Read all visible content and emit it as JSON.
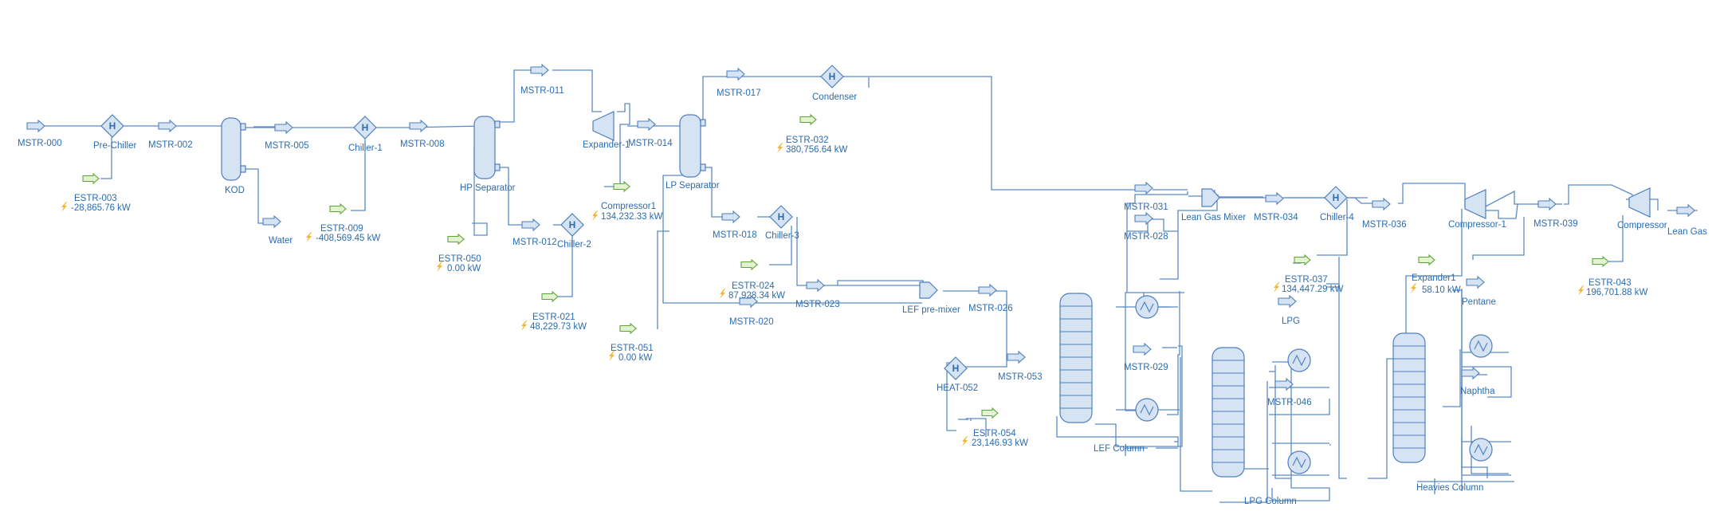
{
  "streams": {
    "mstr_000": "MSTR-000",
    "mstr_002": "MSTR-002",
    "mstr_005": "MSTR-005",
    "mstr_008": "MSTR-008",
    "mstr_011": "MSTR-011",
    "mstr_012": "MSTR-012",
    "mstr_014": "MSTR-014",
    "mstr_017": "MSTR-017",
    "mstr_018": "MSTR-018",
    "mstr_020": "MSTR-020",
    "mstr_023": "MSTR-023",
    "mstr_026": "MSTR-026",
    "mstr_028": "MSTR-028",
    "mstr_029": "MSTR-029",
    "mstr_031": "MSTR-031",
    "mstr_034": "MSTR-034",
    "mstr_036": "MSTR-036",
    "mstr_039": "MSTR-039",
    "mstr_046": "MSTR-046",
    "mstr_053": "MSTR-053",
    "water": "Water",
    "lpg": "LPG",
    "pentane": "Pentane",
    "naphtha": "Naphtha",
    "lean_gas": "Lean Gas"
  },
  "units": {
    "pre_chiller": "Pre-Chiller",
    "kod": "KOD",
    "chiller_1": "Chiller-1",
    "hp_separator": "HP Separator",
    "chiller_2": "Chiller-2",
    "expander_1": "Expander-1",
    "compressor1": "Compressor1",
    "lp_separator": "LP Separator",
    "condenser": "Condenser",
    "chiller_3": "Chiller-3",
    "lef_premixer": "LEF pre-mixer",
    "heat_052": "HEAT-052",
    "lef_column": "LEF Column",
    "lean_gas_mixer": "Lean Gas Mixer",
    "chiller_4": "Chiller-4",
    "lpg_column": "LPG Column",
    "compressor_1": "Compressor-1",
    "expander1": "Expander1",
    "heavies_column": "Heavies Column",
    "compressor": "Compressor"
  },
  "energy": {
    "estr_003": {
      "name": "ESTR-003",
      "value": "-28,865.76 kW"
    },
    "estr_009": {
      "name": "ESTR-009",
      "value": "-408,569.45 kW"
    },
    "estr_050": {
      "name": "ESTR-050",
      "value": "0.00 kW"
    },
    "estr_021": {
      "name": "ESTR-021",
      "value": "48,229.73 kW"
    },
    "compressor1": {
      "value": "134,232.33 kW"
    },
    "estr_051": {
      "name": "ESTR-051",
      "value": "0.00 kW"
    },
    "estr_032": {
      "name": "ESTR-032",
      "value": "380,756.64 kW"
    },
    "estr_024": {
      "name": "ESTR-024",
      "value": "87,928.34 kW"
    },
    "estr_054": {
      "name": "ESTR-054",
      "value": "23,146.93 kW"
    },
    "estr_037": {
      "name": "ESTR-037",
      "value": "134,447.29 kW"
    },
    "expander1": {
      "value": "58.10 kW"
    },
    "estr_043": {
      "name": "ESTR-043",
      "value": "196,701.88 kW"
    }
  },
  "icons": {
    "heater": "H",
    "bolt": "lightning-icon",
    "exchanger": "heat-exchanger-icon"
  },
  "colors": {
    "line": "#5b8ac6",
    "equipment_fill": "#d6e3f3",
    "label": "#2b6cb0",
    "energy_stream": "#5ea63a",
    "bolt": "#f2b531"
  }
}
